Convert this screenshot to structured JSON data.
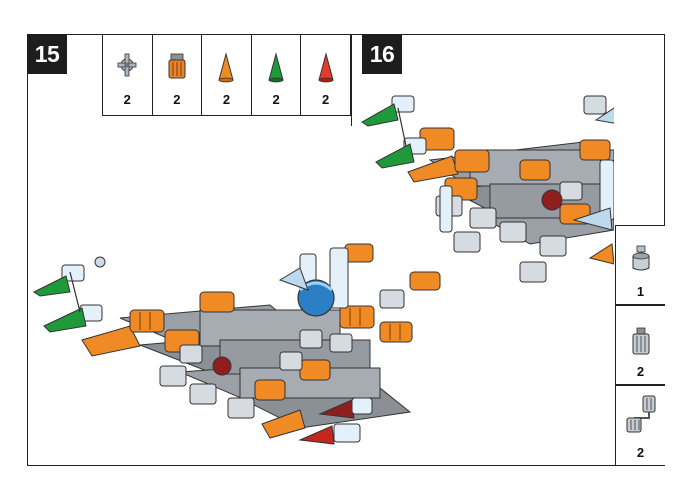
{
  "steps": [
    {
      "number": "15"
    },
    {
      "number": "16"
    }
  ],
  "parts_top": [
    {
      "icon": "gray-clip-piece-icon",
      "qty": "2",
      "color": "#9aa3ad"
    },
    {
      "icon": "orange-cylinder-piece-icon",
      "qty": "2",
      "color": "#e8852a"
    },
    {
      "icon": "orange-cone-icon",
      "qty": "2",
      "color": "#f08a24"
    },
    {
      "icon": "green-cone-icon",
      "qty": "2",
      "color": "#1f9a3a"
    },
    {
      "icon": "red-cone-icon",
      "qty": "2",
      "color": "#e23c2a"
    }
  ],
  "parts_side": [
    {
      "icon": "gray-knob-piece-icon",
      "qty": "1"
    },
    {
      "icon": "gray-cylinder-piece-icon",
      "qty": "2"
    },
    {
      "icon": "gray-connector-assembly-icon",
      "qty": "2"
    }
  ],
  "colors": {
    "orange": "#f08a24",
    "green": "#1f9a3a",
    "red": "#c2281f",
    "gray": "#8e9399",
    "blue": "#2b7fc4"
  }
}
